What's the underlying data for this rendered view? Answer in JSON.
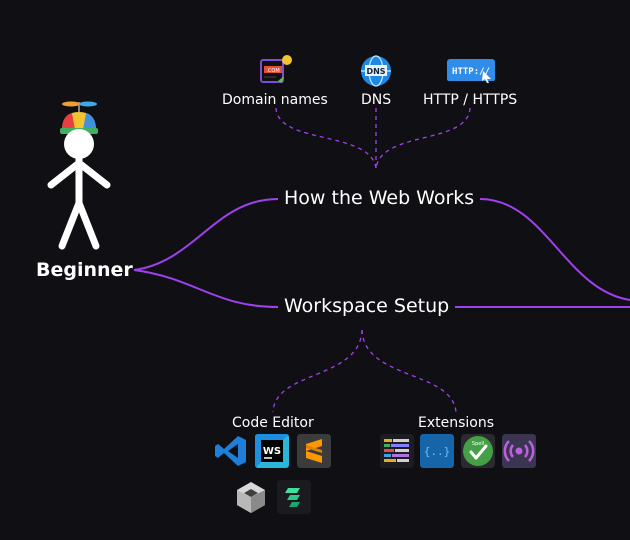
{
  "root": {
    "label": "Beginner"
  },
  "topics": [
    {
      "label": "How the Web Works"
    },
    {
      "label": "Workspace Setup"
    }
  ],
  "web_items": [
    {
      "label": "Domain names",
      "icon": "domain-icon"
    },
    {
      "label": "DNS",
      "icon": "dns-globe-icon"
    },
    {
      "label": "HTTP / HTTPS",
      "icon": "http-icon"
    }
  ],
  "setup_groups": [
    {
      "label": "Code Editor",
      "icons": [
        "vscode-icon",
        "webstorm-icon",
        "sublime-text-icon",
        "cube-editor-icon",
        "fleet-icon"
      ]
    },
    {
      "label": "Extensions",
      "icons": [
        "indent-rainbow-icon",
        "bracket-extension-icon",
        "spell-check-icon",
        "live-server-icon"
      ]
    }
  ],
  "colors": {
    "background": "#101014",
    "connector": "#a040f0"
  }
}
